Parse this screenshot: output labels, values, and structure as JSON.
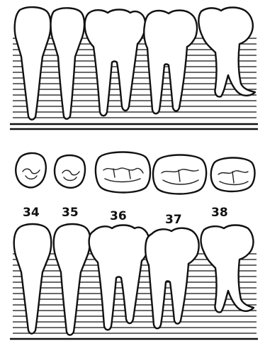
{
  "teeth": [
    {
      "number": "34"
    },
    {
      "number": "35"
    },
    {
      "number": "36"
    },
    {
      "number": "37"
    },
    {
      "number": "38"
    }
  ]
}
